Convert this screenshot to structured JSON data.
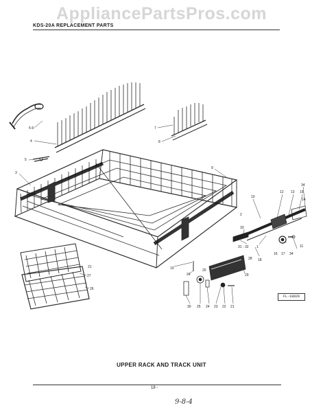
{
  "watermark": "AppliancePartsPros.com",
  "header": {
    "title": "KDS-20A REPLACEMENT PARTS"
  },
  "callouts": [
    "1",
    "2",
    "3",
    "4",
    "5",
    "6",
    "7",
    "8",
    "9",
    "10",
    "11",
    "12",
    "13",
    "14",
    "15",
    "16",
    "17",
    "18",
    "19",
    "20",
    "21",
    "22",
    "23",
    "24",
    "25",
    "26",
    "27",
    "28",
    "29",
    "30",
    "31",
    "32",
    "33",
    "34"
  ],
  "reference_code": "FL-18020",
  "caption": "UPPER RACK AND TRACK UNIT",
  "page_number": "18 -",
  "handwritten_note": "9-8-4"
}
